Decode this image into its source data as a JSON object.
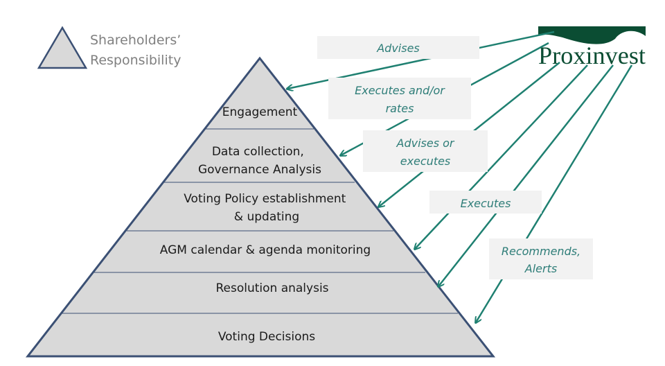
{
  "legend": {
    "lines": [
      "Shareholders’",
      "Responsibility"
    ]
  },
  "logo": {
    "name": "Proxinvest",
    "color": "#0b4d33"
  },
  "colors": {
    "pyramid_fill": "#d9d9d9",
    "pyramid_stroke": "#3b5074",
    "arrow": "#1f8071",
    "action_text": "#2e7d78",
    "box_fill": "#f2f2f2",
    "legend_text": "#808080"
  },
  "layers": [
    {
      "lines": [
        "Engagement"
      ]
    },
    {
      "lines": [
        "Data collection,",
        "Governance Analysis"
      ]
    },
    {
      "lines": [
        "Voting Policy establishment",
        "& updating"
      ]
    },
    {
      "lines": [
        "AGM calendar & agenda monitoring"
      ]
    },
    {
      "lines": [
        "Resolution analysis"
      ]
    },
    {
      "lines": [
        "Voting Decisions"
      ]
    }
  ],
  "actions": [
    {
      "lines": [
        "Advises"
      ]
    },
    {
      "lines": [
        "Executes and/or",
        "rates"
      ]
    },
    {
      "lines": [
        "Advises or",
        "executes"
      ]
    },
    {
      "lines": [
        "Executes"
      ]
    },
    {
      "lines": [
        "Recommends,",
        "Alerts"
      ]
    }
  ]
}
